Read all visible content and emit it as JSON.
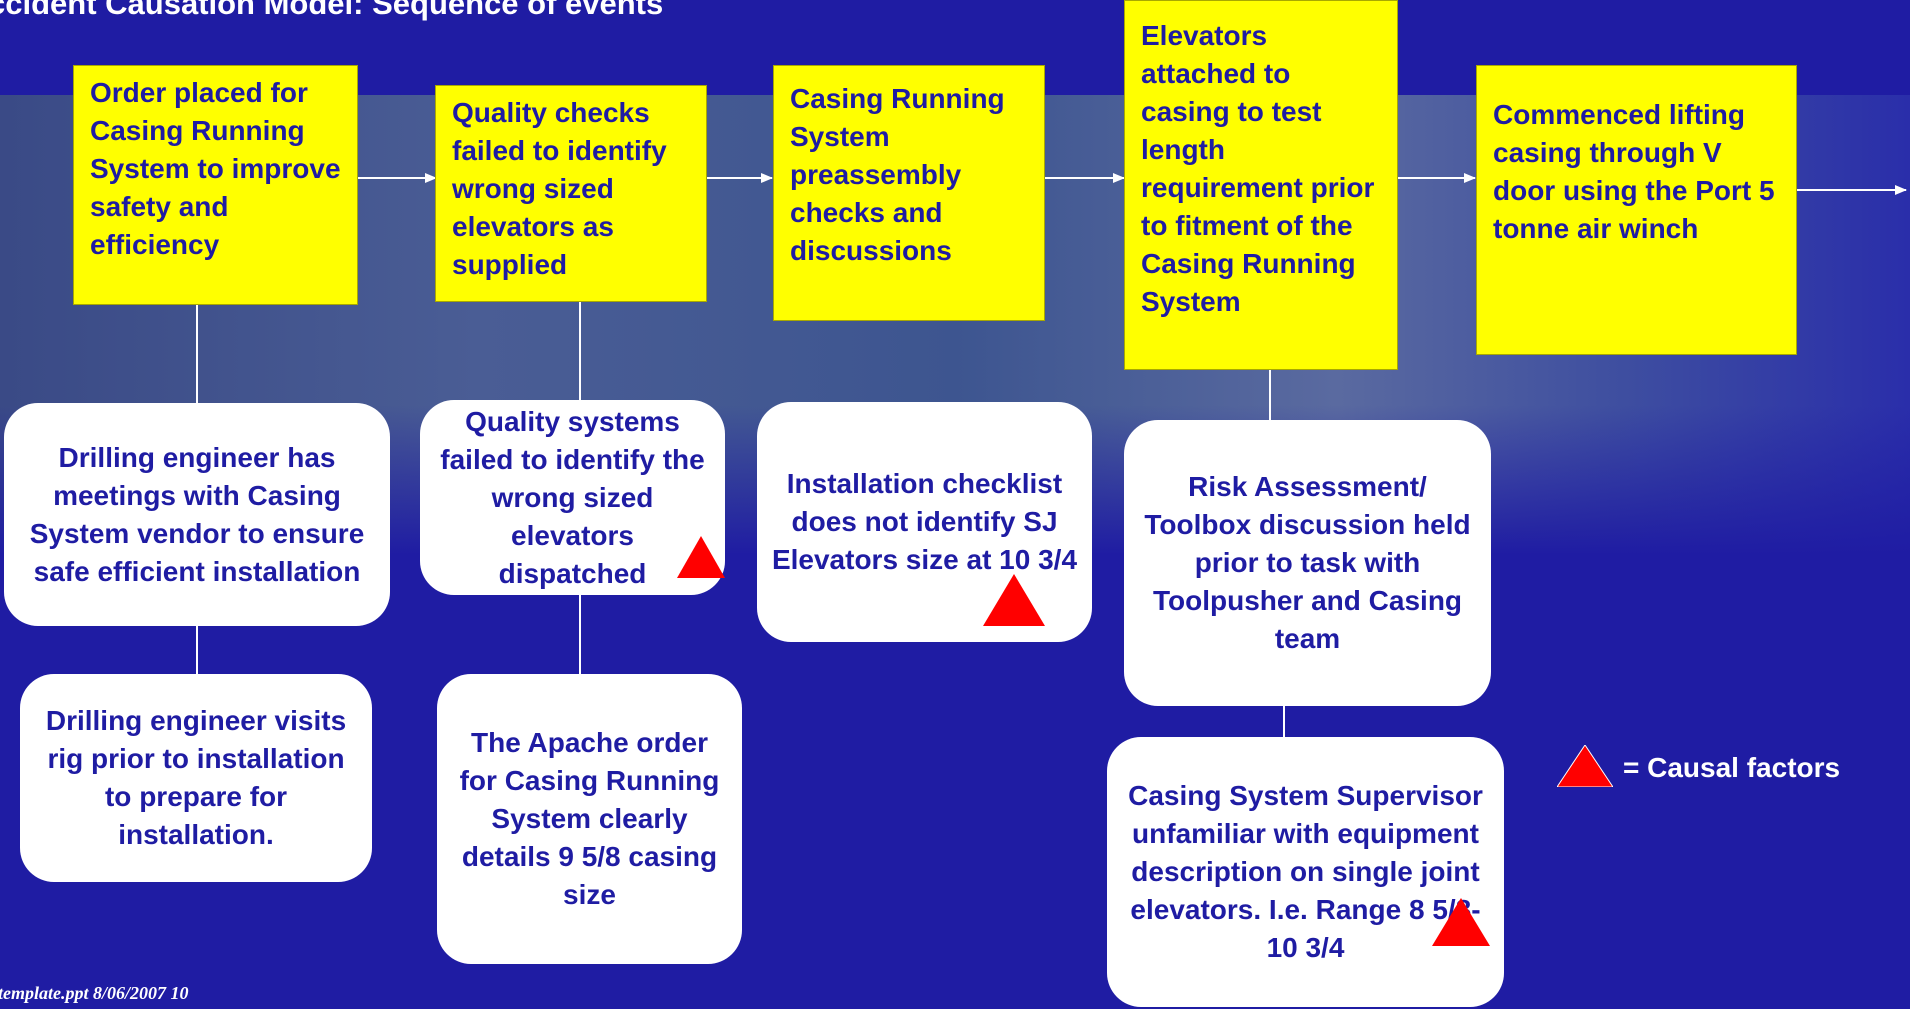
{
  "title": "ccident Causation Model: Sequence of events",
  "sequence": [
    {
      "text": "Order placed for Casing Running System to improve safety and efficiency"
    },
    {
      "text": "Quality checks failed to identify  wrong sized elevators as supplied"
    },
    {
      "text": "Casing Running System preassembly checks and discussions"
    },
    {
      "text": "Elevators attached to casing to test length requirement prior to fitment of the Casing Running System"
    },
    {
      "text": "Commenced lifting casing through V door using the Port 5 tonne air winch"
    }
  ],
  "factors": [
    {
      "text": "Drilling engineer has meetings with Casing System vendor to ensure safe efficient installation",
      "causal": false
    },
    {
      "text": "Drilling engineer visits rig prior to installation to prepare for installation.",
      "causal": false
    },
    {
      "text": "Quality systems failed to identify the wrong sized elevators dispatched",
      "causal": true
    },
    {
      "text": "The Apache order for Casing Running System clearly details 9 5/8 casing size",
      "causal": false
    },
    {
      "text": "Installation checklist does not  identify SJ Elevators size at 10 3/4",
      "causal": true
    },
    {
      "text": "Risk Assessment/ Toolbox discussion held prior to task with Toolpusher and Casing team",
      "causal": false
    },
    {
      "text": "Casing System Supervisor unfamiliar with equipment description on single joint elevators. I.e. Range 8 5/8-10 3/4",
      "causal": true
    }
  ],
  "legend": {
    "label": "= Causal factors"
  },
  "footer": "template.ppt  8/06/2007  10",
  "colors": {
    "background": "#1f1ca3",
    "event_box": "#ffff00",
    "factor_box": "#ffffff",
    "causal_marker": "#ff0000",
    "text": "#1f1ca3"
  }
}
